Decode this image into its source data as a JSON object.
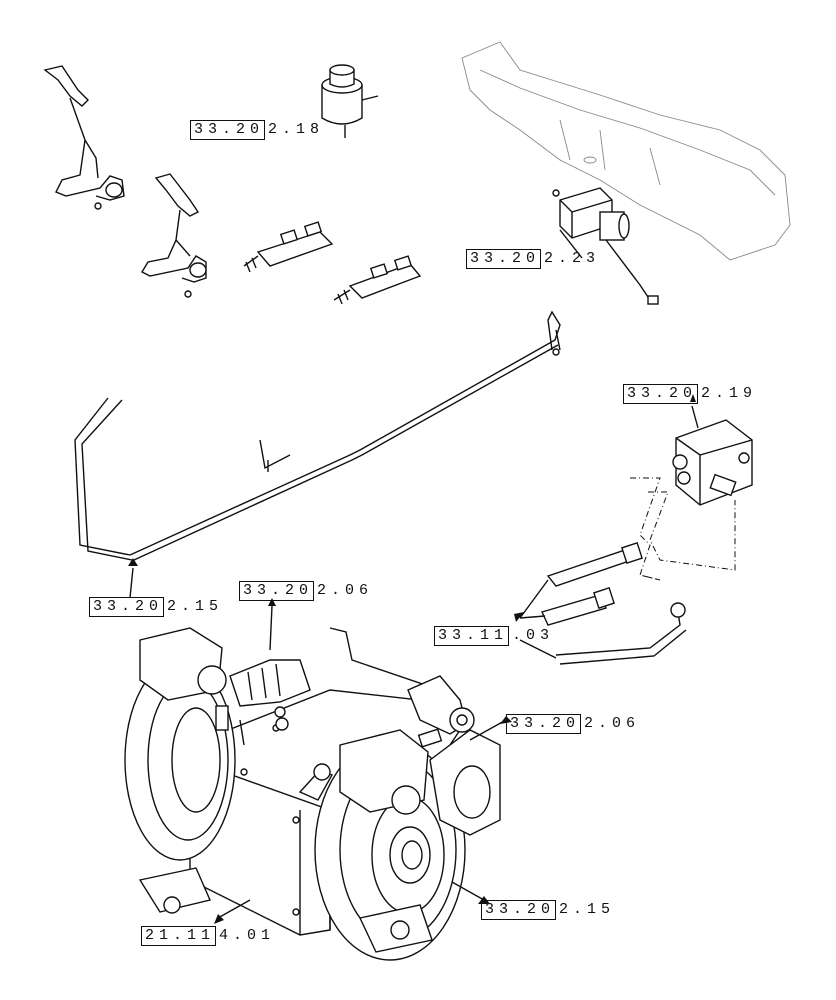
{
  "refs": [
    {
      "boxed": "33.20",
      "rest": "2.18"
    },
    {
      "boxed": "33.20",
      "rest": "2.23"
    },
    {
      "boxed": "33.20",
      "rest": "2.19"
    },
    {
      "boxed": "33.20",
      "rest": "2.15"
    },
    {
      "boxed": "33.20",
      "rest": "2.06"
    },
    {
      "boxed": "33.11",
      "rest": ".03"
    },
    {
      "boxed": "33.20",
      "rest": "2.06"
    },
    {
      "boxed": "33.20",
      "rest": "2.15"
    },
    {
      "boxed": "21.11",
      "rest": "4.01"
    }
  ]
}
